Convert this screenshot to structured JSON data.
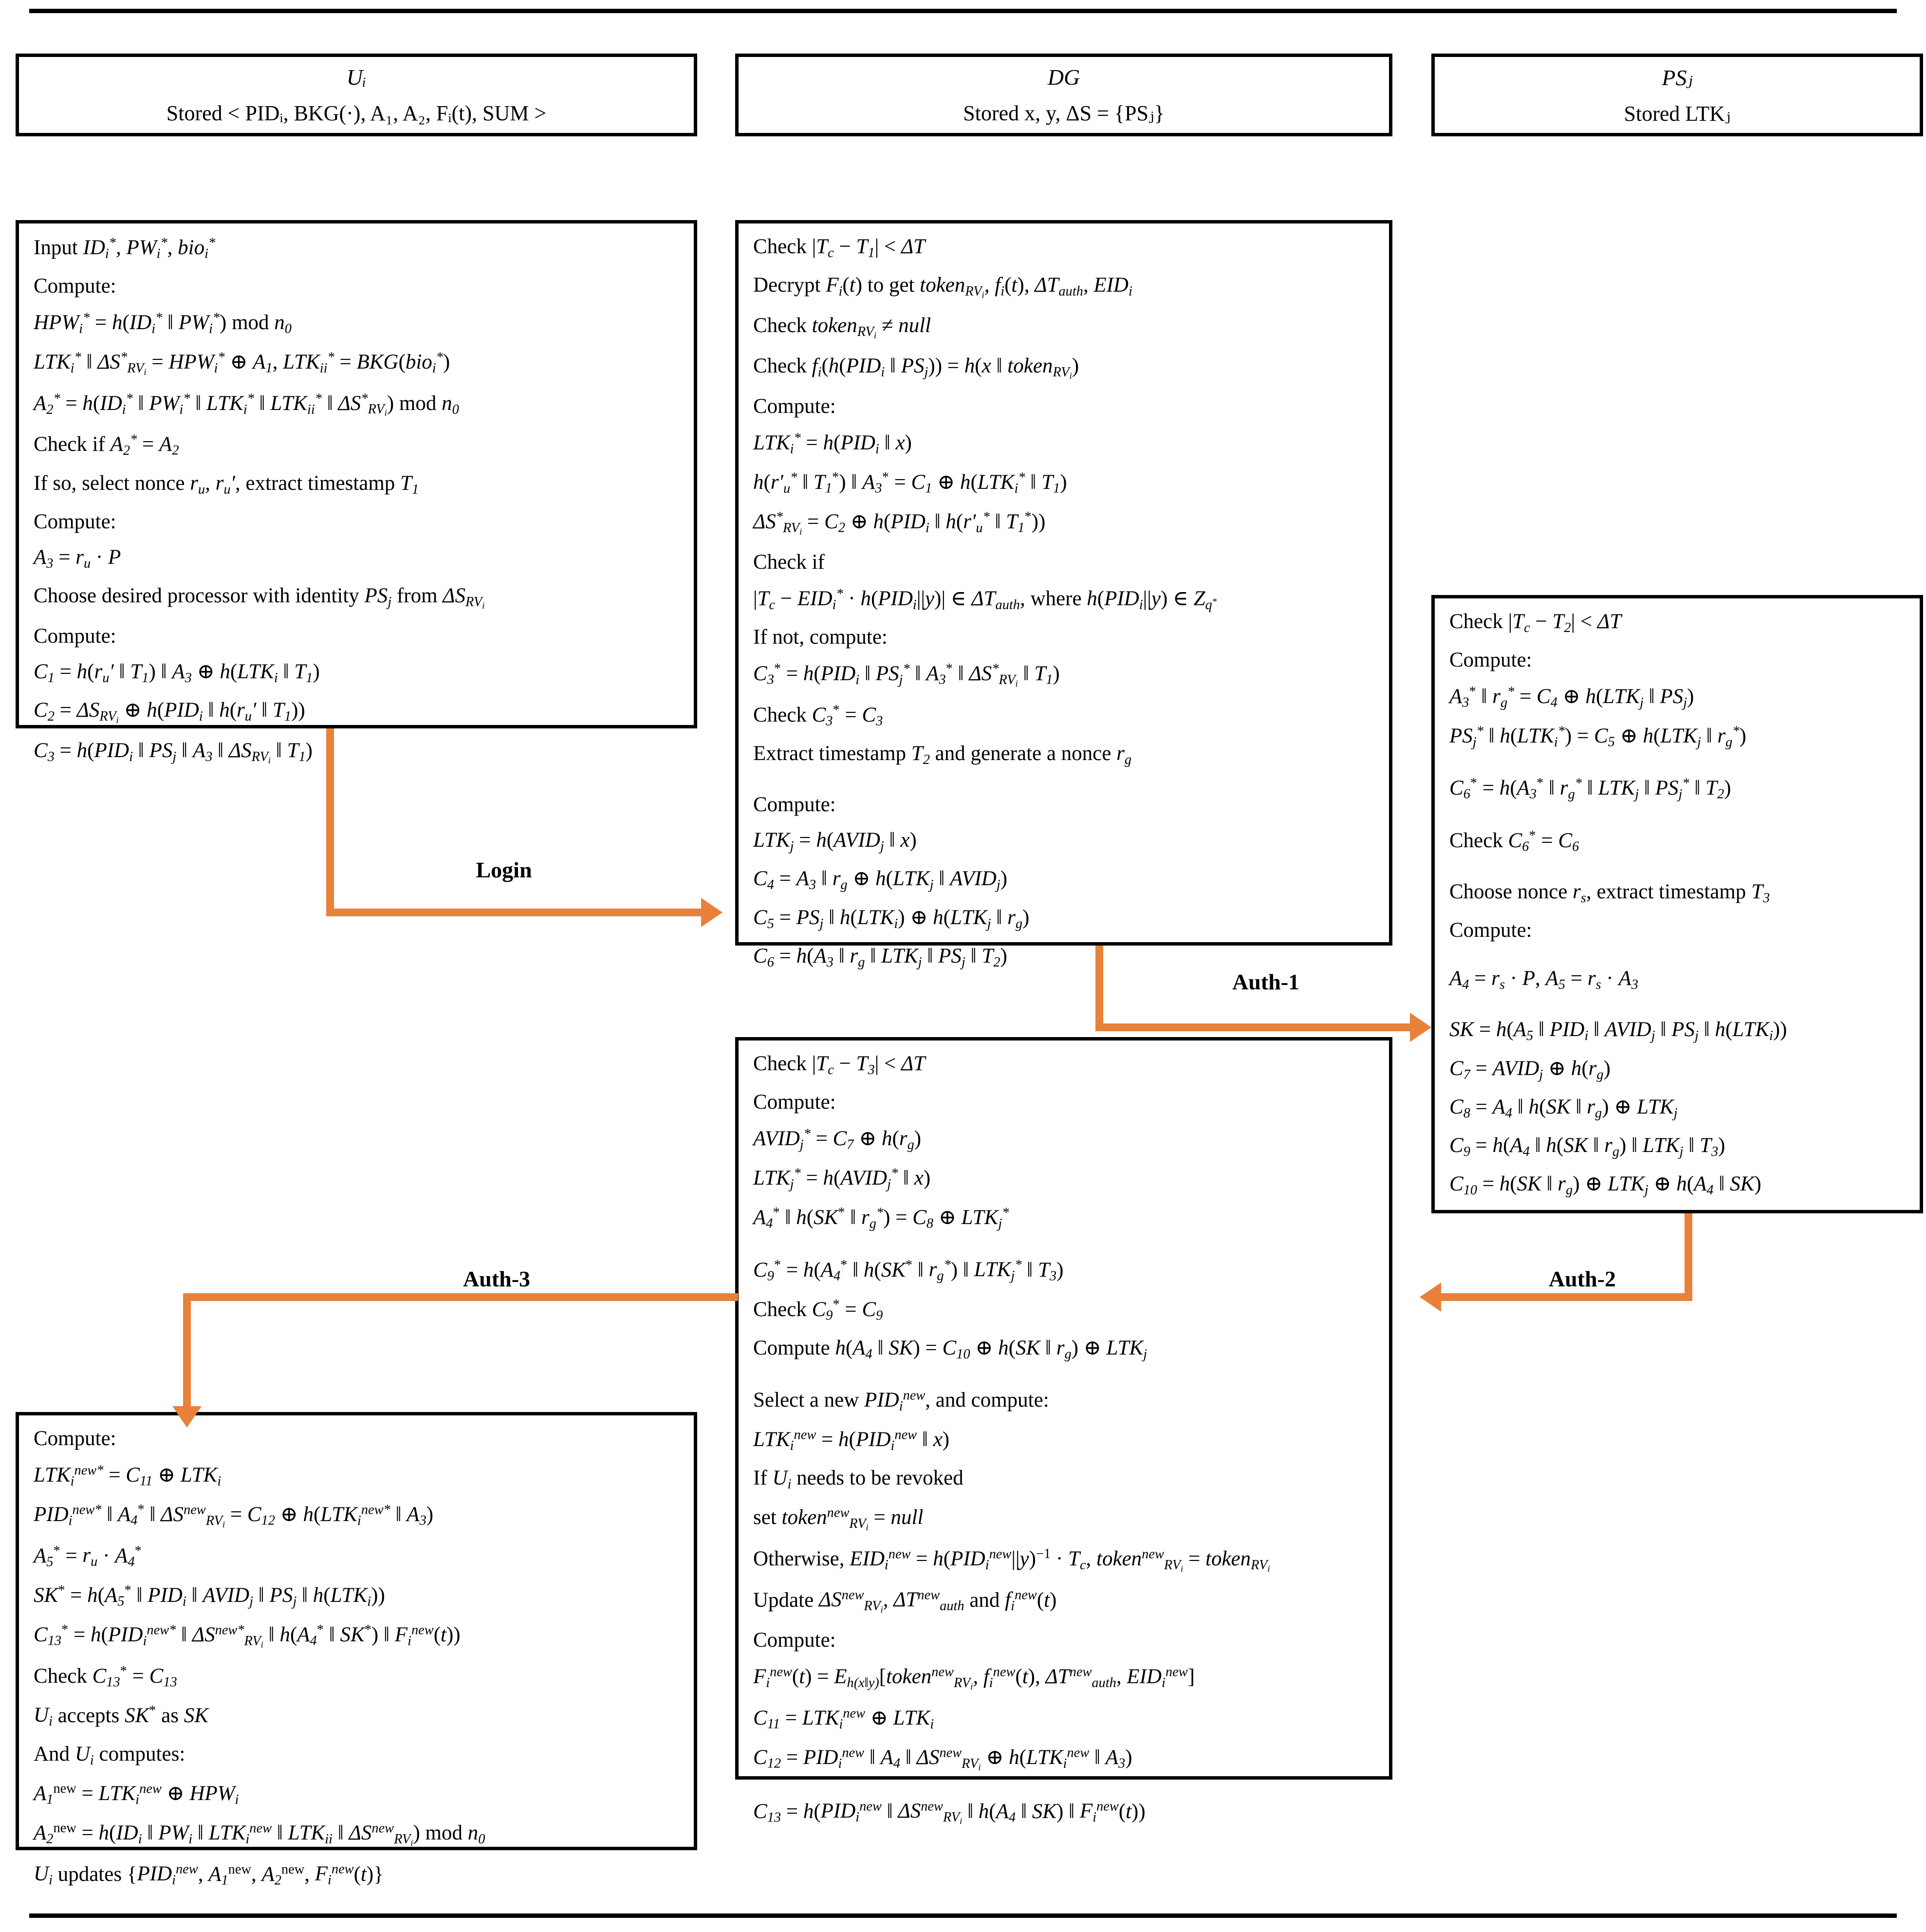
{
  "figure": {
    "title": "Login and authentication phase protocol diagram",
    "accent_color": "#E8813A",
    "line_color": "#000000"
  },
  "headers": [
    {
      "entity": "Uᵢ",
      "stored": "Stored < PIDᵢ, BKG(·), A₁, A₂, Fᵢ(t), SUM >"
    },
    {
      "entity": "DG",
      "stored": "Stored x, y, ΔS = {PSⱼ}"
    },
    {
      "entity": "PSⱼ",
      "stored": "Stored LTKⱼ"
    }
  ],
  "arrows": [
    {
      "label": "Login",
      "direction": "right"
    },
    {
      "label": "Auth-1",
      "direction": "right"
    },
    {
      "label": "Auth-2",
      "direction": "left"
    },
    {
      "label": "Auth-3",
      "direction": "left-down"
    }
  ],
  "user_login_box": {
    "lines": [
      "Input  IDᵢ*, PWᵢ*, bioᵢ*",
      "Compute:",
      "HPWᵢ* = h(IDᵢ* ‖ PWᵢ*) mod n₀",
      "LTKᵢ* ‖ ΔS*_{RVᵢ} = HPWᵢ* ⊕ A₁, LTKᵢᵢ* = BKG(bioᵢ*)",
      "A₂* = h(IDᵢ* ‖ PWᵢ* ‖ LTKᵢ* ‖ LTKᵢᵢ* ‖ ΔS*_{RVᵢ}) mod n₀",
      "Check if  A₂* = A₂",
      "If so, select nonce  rᵤ, rᵤ′, extract timestamp  T₁",
      "Compute:",
      "A₃ = rᵤ · P",
      "Choose desired processor with identity  PSⱼ  from  ΔS_{RVᵢ}",
      "Compute:",
      "C₁ = h(rᵤ′ ‖ T₁) ‖ A₃ ⊕ h(LTKᵢ ‖ T₁)",
      "C₂ = ΔS_{RVᵢ} ⊕ h(PIDᵢ ‖ h(rᵤ′ ‖ T₁))",
      "C₃ = h(PIDᵢ ‖ PSⱼ ‖ A₃ ‖ ΔS_{RVᵢ} ‖ T₁)"
    ]
  },
  "dg_first_box": {
    "lines": [
      "Check |T_c − T₁| < ΔT",
      "Decrypt Fᵢ(t)  to get  token_{RVᵢ}, fᵢ(t), ΔT_auth, EIDᵢ",
      "Check  token_{RVᵢ} ≠ null",
      "Check  fᵢ(h(PIDᵢ ‖ PSⱼ)) = h(x ‖ token_{RVᵢ})",
      "Compute:",
      "LTKᵢ* = h(PIDᵢ ‖ x)",
      "h(rᵤ′* ‖ T₁*) ‖ A₃* = C₁ ⊕ h(LTKᵢ* ‖ T₁)",
      "ΔS*_{RVᵢ} = C₂ ⊕ h(PIDᵢ ‖ h(rᵤ′* ‖ T₁*))",
      "Check if",
      "|T_c − EIDᵢ* · h(PIDᵢ||y)| ∈ ΔT_auth, where h(PIDᵢ||y) ∈ Z_{q*}",
      "If not, compute:",
      "C₃* =  h(PIDᵢ ‖ PSⱼ* ‖ A₃* ‖ ΔS*_{RVᵢ} ‖ T₁)",
      "Check  C₃* = C₃",
      "Extract timestamp  T₂  and generate a nonce  r_g",
      "Compute:",
      "LTKⱼ = h(AVIDⱼ ‖ x)",
      "C₄ = A₃ ‖ r_g ⊕ h(LTKⱼ ‖ AVIDⱼ)",
      "C₅ = PSⱼ ‖ h(LTKᵢ) ⊕ h(LTKⱼ ‖ r_g)",
      "C₆ =  h(A₃ ‖ r_g ‖ LTKⱼ ‖ PSⱼ ‖ T₂)"
    ]
  },
  "ps_box": {
    "lines": [
      "Check |T_c − T₂| < ΔT",
      "Compute:",
      "A₃* ‖ r_g* = C₄ ⊕ h(LTKⱼ ‖ PSⱼ)",
      "PSⱼ* ‖ h(LTKᵢ*) = C₅ ⊕ h(LTKⱼ ‖ r_g*)",
      "C₆* =  h(A₃* ‖ r_g* ‖ LTKⱼ ‖ PSⱼ* ‖ T₂)",
      "Check  C₆* = C₆",
      "Choose nonce  r_s, extract timestamp  T₃",
      "Compute:",
      "A₄ = r_s · P, A₅ = r_s · A₃",
      "SK =  h(A₅ ‖ PIDᵢ ‖ AVIDⱼ ‖ PSⱼ ‖ h(LTKᵢ))",
      "C₇ = AVIDⱼ ⊕ h(r_g)",
      "C₈ = A₄ ‖ h(SK ‖ r_g) ⊕ LTKⱼ",
      "C₉ = h(A₄ ‖ h(SK ‖ r_g) ‖ LTKⱼ ‖ T₃)",
      "C₁₀ = h(SK ‖ r_g) ⊕ LTKⱼ ⊕ h(A₄ ‖ SK)"
    ]
  },
  "dg_second_box": {
    "lines": [
      "Check |T_c − T₃| < ΔT",
      "Compute:",
      "AVIDⱼ* = C₇ ⊕ h(r_g)",
      "LTKⱼ* = h(AVIDⱼ* ‖ x)",
      "A₄* ‖ h(SK* ‖ r_g*) = C₈ ⊕ LTKⱼ*",
      "C₉* = h(A₄* ‖ h(SK* ‖ r_g*) ‖ LTKⱼ* ‖ T₃)",
      "Check  C₉* = C₉",
      "Compute h(A₄ ‖ SK) = C₁₀ ⊕ h(SK ‖ r_g) ⊕ LTKⱼ",
      "Select a new  PIDᵢ^new, and compute:",
      "LTKᵢ^new = h(PIDᵢ^new ‖ x)",
      "If  Uᵢ  needs to be revoked",
      "set  token^new_{RVᵢ} = null",
      "Otherwise,  EIDᵢ^new = h(PIDᵢ^new||y)⁻¹ · T_c, token^new_{RVᵢ} = token_{RVᵢ}",
      "Update  ΔS^new_{RVᵢ}, ΔT^new_auth  and  fᵢ^new(t)",
      "Compute:",
      "Fᵢ^new(t) = E_{h(x‖y)}[token^new_{RVᵢ}, fᵢ^new(t), ΔT^new_auth, EIDᵢ^new]",
      "C₁₁ = LTKᵢ^new ⊕ LTKᵢ",
      "C₁₂ = PIDᵢ^new ‖ A₄ ‖ ΔS^new_{RVᵢ} ⊕ h(LTKᵢ^new ‖ A₃)",
      "C₁₃ = h(PIDᵢ^new ‖ ΔS^new_{RVᵢ} ‖ h(A₄ ‖ SK) ‖ Fᵢ^new(t))"
    ]
  },
  "user_final_box": {
    "lines": [
      "Compute:",
      "LTKᵢ^{new*} = C₁₁ ⊕ LTKᵢ",
      "PIDᵢ^{new*} ‖ A₄* ‖ ΔS^new_{RVᵢ} = C₁₂ ⊕ h(LTKᵢ^{new*} ‖ A₃)",
      "A₅* = rᵤ · A₄*",
      "SK* =  h(A₅* ‖ PIDᵢ ‖ AVIDⱼ ‖ PSⱼ ‖ h(LTKᵢ))",
      "C₁₃* = h(PIDᵢ^{new*} ‖ ΔS^{new*}_{RVᵢ} ‖ h(A₄* ‖ SK*) ‖ Fᵢ^new(t))",
      "Check  C₁₃* = C₁₃",
      "Uᵢ accepts SK* as SK",
      "And  Uᵢ  computes:",
      "A₁^new = LTKᵢ^new ⊕ HPWᵢ",
      "A₂^new = h(IDᵢ ‖ PWᵢ ‖ LTKᵢ^new ‖ LTKᵢᵢ ‖ ΔS^new_{RVᵢ}) mod n₀",
      "Uᵢ updates {PIDᵢ^new, A₁^new, A₂^new, Fᵢ^new(t)}"
    ]
  }
}
